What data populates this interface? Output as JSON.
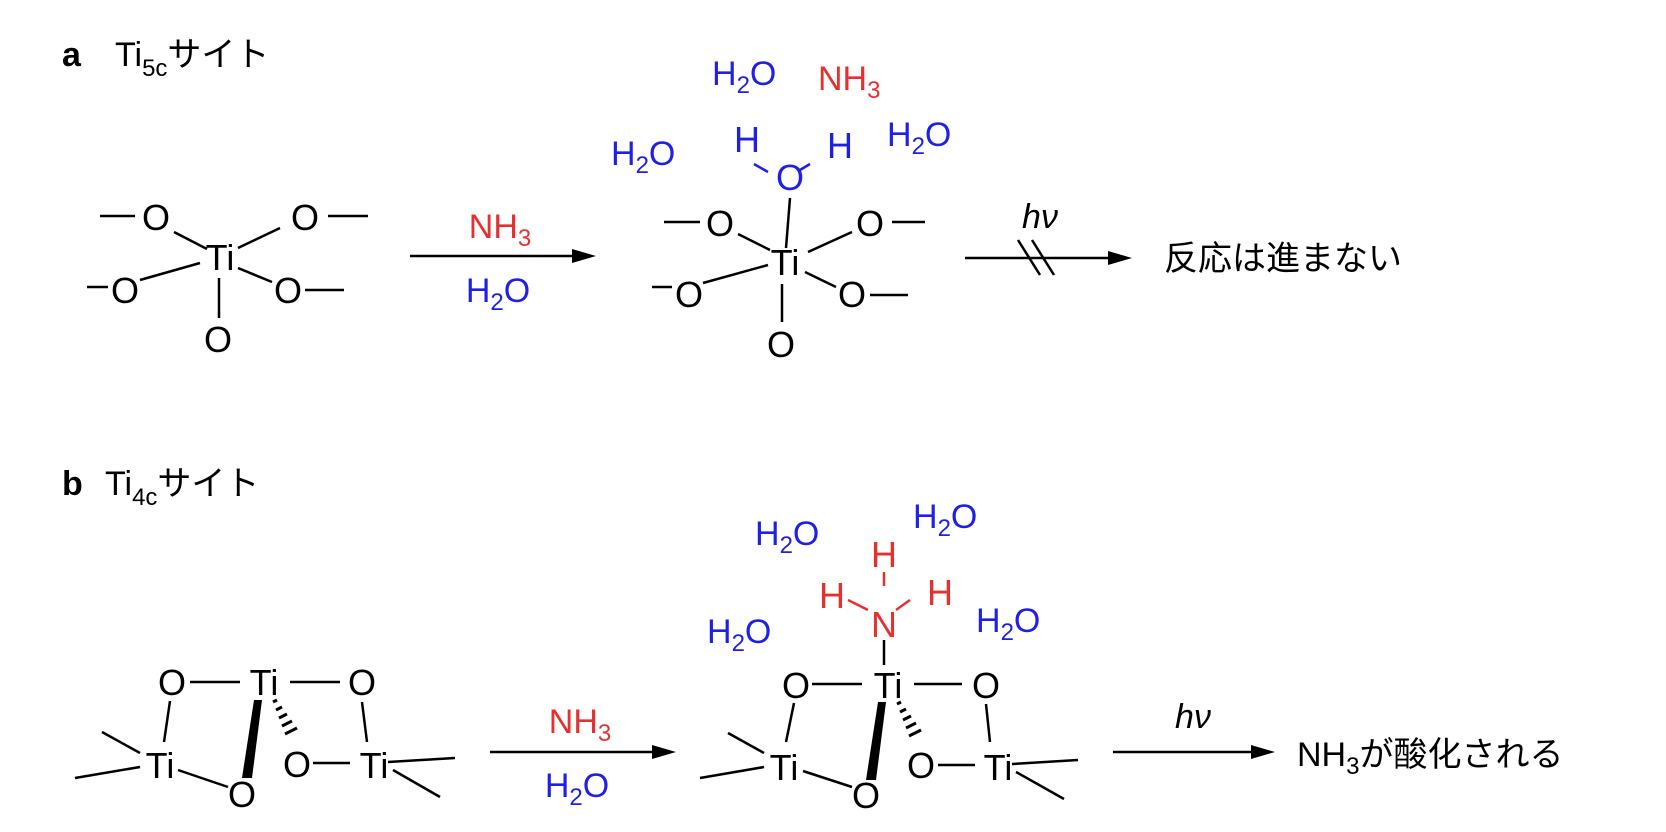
{
  "panel_a": {
    "letter": "a",
    "site_main": "Ti",
    "site_sub": "5c",
    "site_suffix": "サイト",
    "reagent_top": "NH",
    "reagent_top_sub": "3",
    "reagent_bottom": "H",
    "reagent_bottom_sub": "2",
    "reagent_bottom_tail": "O",
    "condition": "hν",
    "result": "反応は進まない"
  },
  "panel_b": {
    "letter": "b",
    "site_main": "Ti",
    "site_sub": "4c",
    "site_suffix": "サイト",
    "reagent_top": "NH",
    "reagent_top_sub": "3",
    "reagent_bottom": "H",
    "reagent_bottom_sub": "2",
    "reagent_bottom_tail": "O",
    "condition": "hν",
    "result_main": "NH",
    "result_sub": "3",
    "result_tail": "が酸化される"
  },
  "atoms": {
    "O": "O",
    "Ti": "Ti",
    "H": "H",
    "N": "N"
  },
  "colors": {
    "water": "#1f1fe6",
    "ammonia": "#e53030",
    "text": "#000000"
  }
}
